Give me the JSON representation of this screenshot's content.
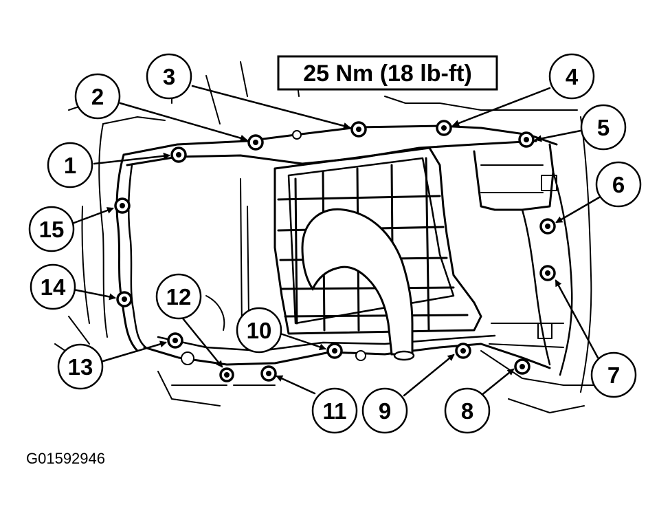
{
  "torque_spec": "25 Nm (18 lb-ft)",
  "figure_id": "G01592946",
  "callouts": [
    {
      "num": "1"
    },
    {
      "num": "2"
    },
    {
      "num": "3"
    },
    {
      "num": "4"
    },
    {
      "num": "5"
    },
    {
      "num": "6"
    },
    {
      "num": "7"
    },
    {
      "num": "8"
    },
    {
      "num": "9"
    },
    {
      "num": "10"
    },
    {
      "num": "11"
    },
    {
      "num": "12"
    },
    {
      "num": "13"
    },
    {
      "num": "14"
    },
    {
      "num": "15"
    }
  ],
  "icons": [
    "bolt-icon",
    "leader-arrow"
  ]
}
